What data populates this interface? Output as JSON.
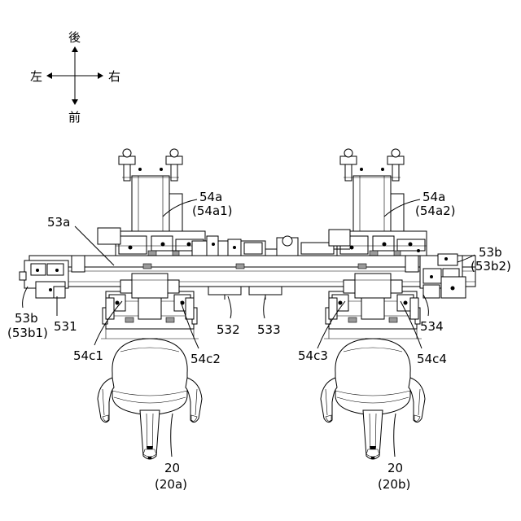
{
  "compass": {
    "back": "後",
    "front": "前",
    "left": "左",
    "right": "右"
  },
  "labels": {
    "l54a_left": "54a",
    "l54a1": "(54a1)",
    "l54a_right": "54a",
    "l54a2": "(54a2)",
    "l53a": "53a",
    "l53b_right": "53b",
    "l53b2": "(53b2)",
    "l53b_left": "53b",
    "l53b1": "(53b1)",
    "l531": "531",
    "l532": "532",
    "l533": "533",
    "l534": "534",
    "l54c1": "54c1",
    "l54c2": "54c2",
    "l54c3": "54c3",
    "l54c4": "54c4",
    "l20_left": "20",
    "l20a": "(20a)",
    "l20_right": "20",
    "l20b": "(20b)"
  }
}
